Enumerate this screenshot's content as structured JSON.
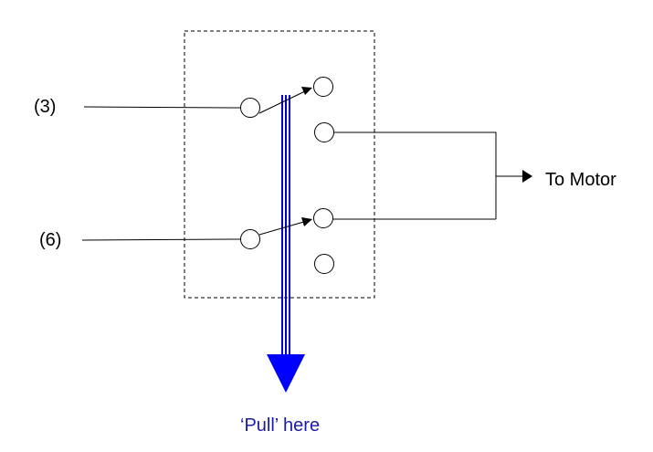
{
  "labels": {
    "input_3": "(3)",
    "input_6": "(6)",
    "to_motor": "To Motor",
    "pull_here": "‘Pull’ here"
  },
  "colors": {
    "line": "#000000",
    "pull_rod": "#0000cc",
    "pull_text": "#1a1aa8",
    "background": "#ffffff"
  }
}
